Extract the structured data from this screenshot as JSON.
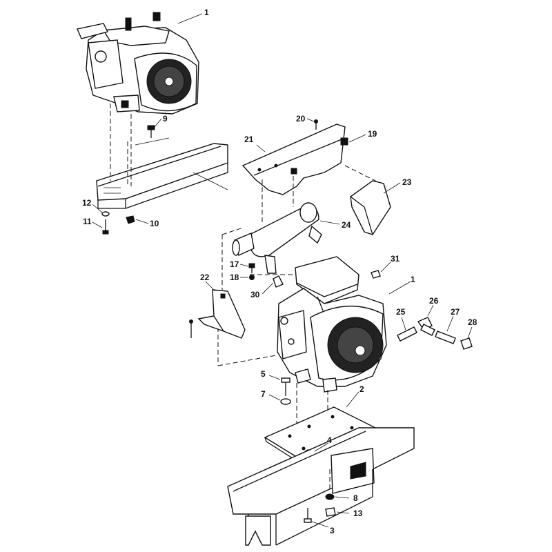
{
  "diagram": {
    "callouts": [
      {
        "id": "c1a",
        "text": "1"
      },
      {
        "id": "c9",
        "text": "9"
      },
      {
        "id": "c12",
        "text": "12"
      },
      {
        "id": "c11",
        "text": "11"
      },
      {
        "id": "c10",
        "text": "10"
      },
      {
        "id": "c20",
        "text": "20"
      },
      {
        "id": "c19",
        "text": "19"
      },
      {
        "id": "c21",
        "text": "21"
      },
      {
        "id": "c23",
        "text": "23"
      },
      {
        "id": "c24",
        "text": "24"
      },
      {
        "id": "c17",
        "text": "17"
      },
      {
        "id": "c18",
        "text": "18"
      },
      {
        "id": "c31",
        "text": "31"
      },
      {
        "id": "c1b",
        "text": "1"
      },
      {
        "id": "c22",
        "text": "22"
      },
      {
        "id": "c30",
        "text": "30"
      },
      {
        "id": "c26",
        "text": "26"
      },
      {
        "id": "c25",
        "text": "25"
      },
      {
        "id": "c27",
        "text": "27"
      },
      {
        "id": "c28",
        "text": "28"
      },
      {
        "id": "c5",
        "text": "5"
      },
      {
        "id": "c7",
        "text": "7"
      },
      {
        "id": "c2",
        "text": "2"
      },
      {
        "id": "c4",
        "text": "4"
      },
      {
        "id": "c8",
        "text": "8"
      },
      {
        "id": "c13",
        "text": "13"
      },
      {
        "id": "c3",
        "text": "3"
      }
    ]
  }
}
